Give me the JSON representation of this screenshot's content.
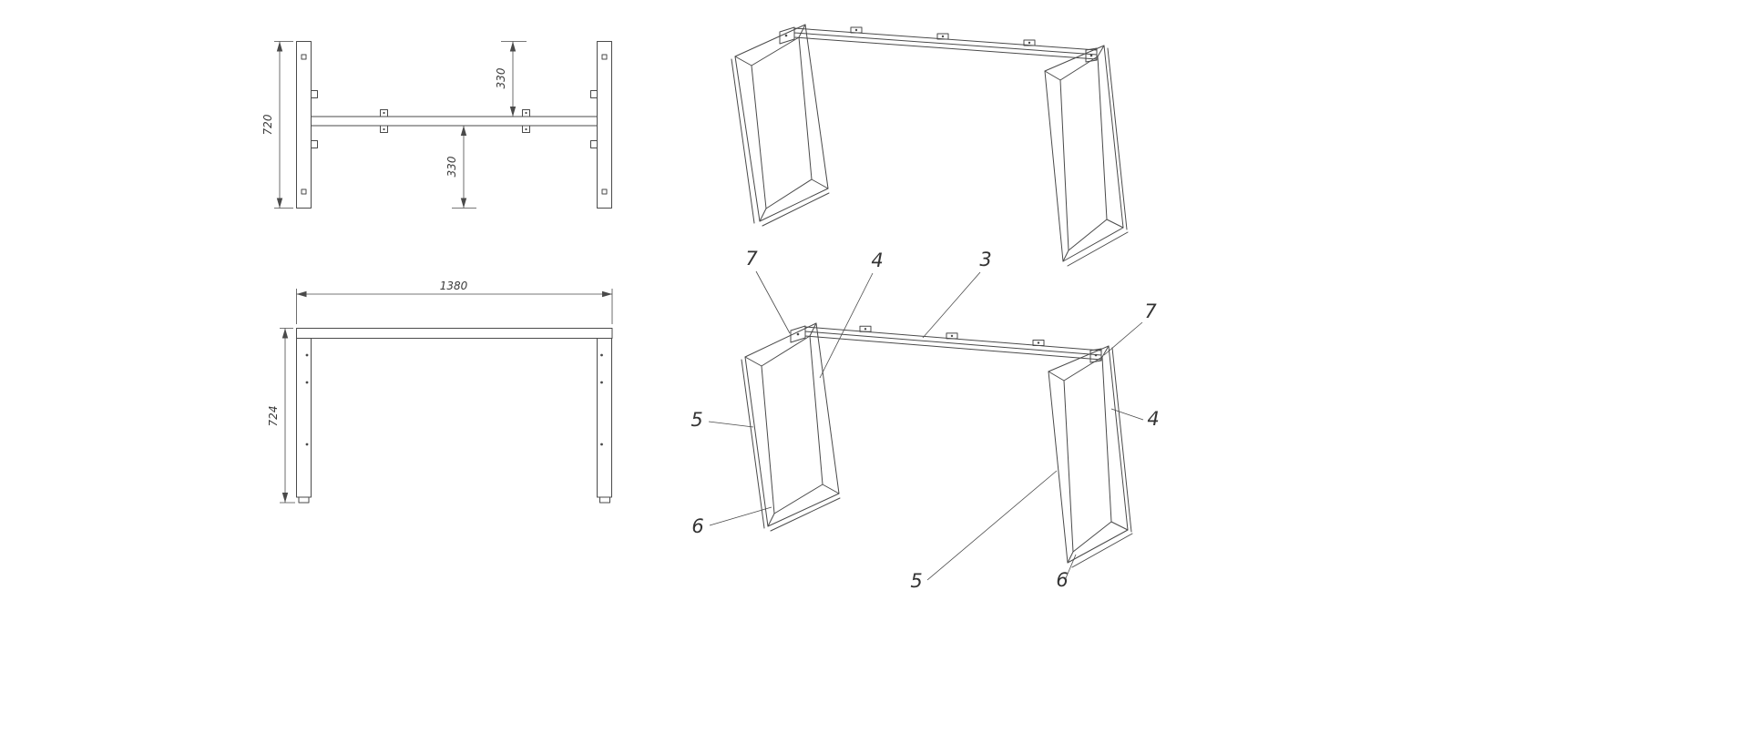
{
  "drawing": {
    "background": "#ffffff",
    "line_color": "#4a4a4a",
    "top_view": {
      "dim_height": "720",
      "dim_upper_offset": "330",
      "dim_lower_offset": "330"
    },
    "front_view": {
      "dim_width": "1380",
      "dim_height": "724"
    },
    "exploded_view": {
      "callouts": [
        {
          "label": "7"
        },
        {
          "label": "4"
        },
        {
          "label": "3"
        },
        {
          "label": "7"
        },
        {
          "label": "5"
        },
        {
          "label": "4"
        },
        {
          "label": "6"
        },
        {
          "label": "5"
        },
        {
          "label": "6"
        }
      ]
    }
  }
}
